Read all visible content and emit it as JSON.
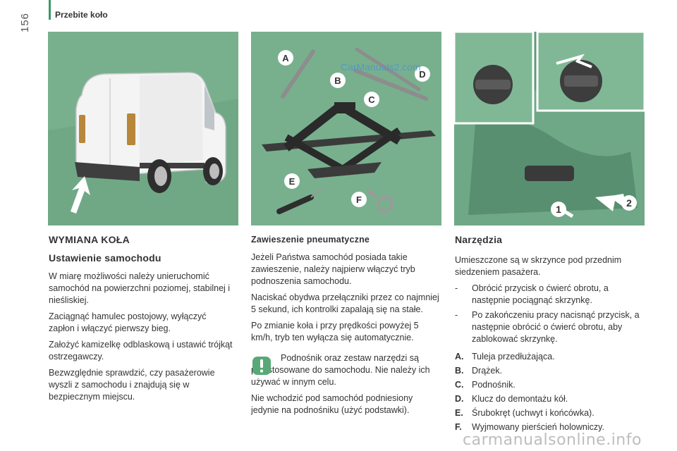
{
  "header": {
    "section_title": "Przebite koło",
    "page_number": "156"
  },
  "illustrations": {
    "jack_labels": [
      "A",
      "B",
      "C",
      "D",
      "E",
      "F"
    ],
    "compartment_steps": [
      "1",
      "2"
    ],
    "url_overlay": "CarManuals2.com"
  },
  "left": {
    "title": "WYMIANA KOŁA",
    "subtitle": "Ustawienie samochodu",
    "paragraphs": [
      "W miarę możliwości należy unieruchomić samochód na powierzchni poziomej, stabilnej i nieśliskiej.",
      "Zaciągnąć hamulec postojowy, wyłączyć zapłon i włączyć pierwszy bieg.",
      "Założyć kamizelkę odblaskową i ustawić trójkąt ostrzegawczy.",
      "Bezwzględnie sprawdzić, czy pasażerowie wyszli z samochodu i znajdują się w bezpiecznym miejscu."
    ]
  },
  "middle": {
    "title": "Zawieszenie pneumatyczne",
    "paragraphs": [
      "Jeżeli Państwa samochód posiada takie zawieszenie, należy najpierw włączyć tryb podnoszenia samochodu.",
      "Naciskać obydwa przełączniki przez co najmniej 5 sekund, ich kontrolki zapalają się na stałe.",
      "Po zmianie koła i przy prędkości powyżej 5 km/h, tryb ten wyłącza się automatycznie."
    ],
    "warning_text": "Podnośnik oraz zestaw narzędzi są przystosowane do samochodu. Nie należy ich używać w innym celu.",
    "final_text": "Nie wchodzić pod samochód podniesiony jedynie na podnośniku (użyć podstawki)."
  },
  "right": {
    "title": "Narzędzia",
    "intro": "Umieszczone są w skrzynce pod przednim siedzeniem pasażera.",
    "steps": [
      "Obrócić przycisk o ćwierć obrotu, a następnie pociągnąć skrzynkę.",
      "Po zakończeniu pracy nacisnąć przycisk, a następnie obrócić o ćwierć obrotu, aby zablokować skrzynkę."
    ],
    "tools": [
      {
        "key": "A.",
        "label": "Tuleja przedłużająca."
      },
      {
        "key": "B.",
        "label": "Drążek."
      },
      {
        "key": "C.",
        "label": "Podnośnik."
      },
      {
        "key": "D.",
        "label": "Klucz do demontażu kół."
      },
      {
        "key": "E.",
        "label": "Śrubokręt (uchwyt i końcówka)."
      },
      {
        "key": "F.",
        "label": "Wyjmowany pierścień holowniczy."
      }
    ]
  },
  "footer": {
    "watermark": "carmanualsonline.info"
  },
  "colors": {
    "illustration_bg": "#78b08e",
    "accent": "#3a9a6a",
    "warning": "#58a878"
  }
}
